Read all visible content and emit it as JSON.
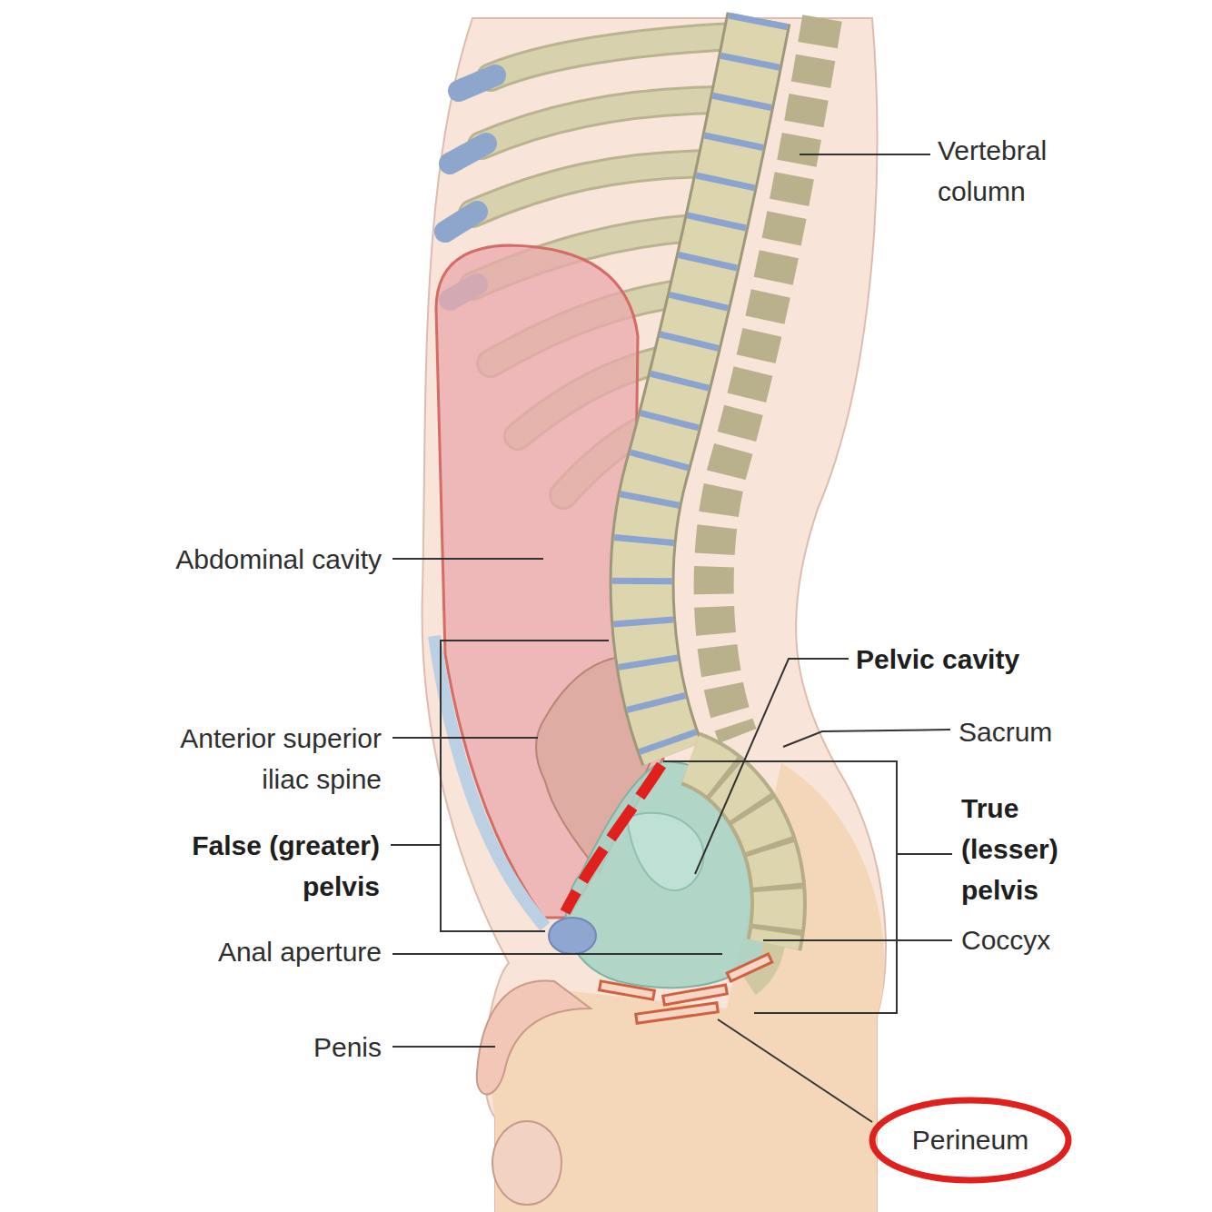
{
  "diagram": {
    "nodes": [
      {
        "text": [
          "Perineum"
        ]
      }
    ],
    "labels": [
      "Vertebral column",
      "Abdominal cavity",
      "Pelvic cavity",
      "Anterior superior iliac spine",
      "Sacrum",
      "False (greater) pelvis",
      "True (lesser) pelvis",
      "Anal aperture",
      "Coccyx",
      "Penis"
    ]
  }
}
